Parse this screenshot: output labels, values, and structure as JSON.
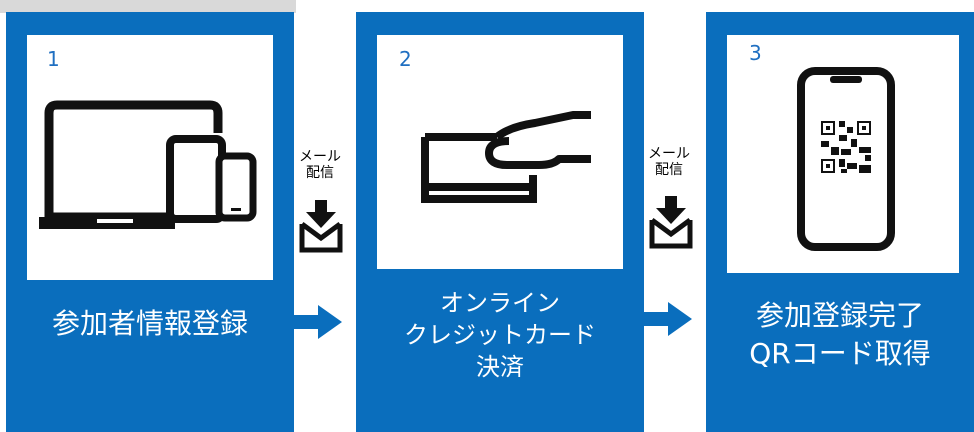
{
  "steps": [
    {
      "number": "1",
      "lines": [
        "参加者情報登録"
      ],
      "icon": "devices-icon"
    },
    {
      "number": "2",
      "lines": [
        "オンライン",
        "クレジットカード",
        "決済"
      ],
      "icon": "credit-card-icon"
    },
    {
      "number": "3",
      "lines": [
        "参加登録完了",
        "QRコード取得"
      ],
      "icon": "phone-qr-icon"
    }
  ],
  "connectors": [
    {
      "label_line1": "メール",
      "label_line2": "配信",
      "icon": "mail-download-icon",
      "arrow": "right-arrow-icon"
    },
    {
      "label_line1": "メール",
      "label_line2": "配信",
      "icon": "mail-download-icon",
      "arrow": "right-arrow-icon"
    }
  ],
  "colors": {
    "panel": "#0a6ebd",
    "number": "#1f6fc1",
    "arrow": "#0a6ebd"
  }
}
